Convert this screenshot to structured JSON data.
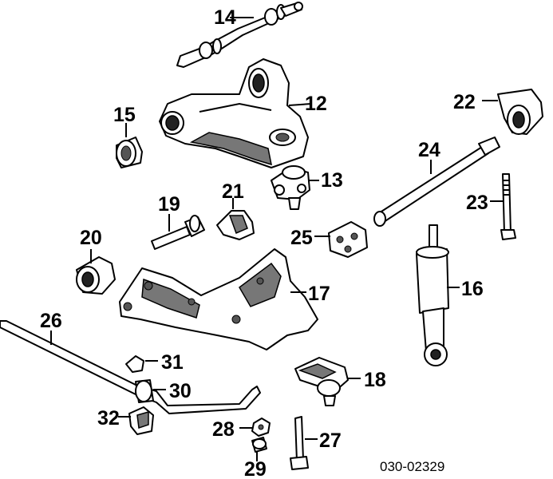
{
  "diagram": {
    "reference_code": "030-02329",
    "callouts": [
      "14",
      "12",
      "15",
      "22",
      "24",
      "13",
      "21",
      "19",
      "23",
      "20",
      "25",
      "16",
      "17",
      "26",
      "31",
      "30",
      "18",
      "32",
      "28",
      "27",
      "29"
    ]
  }
}
